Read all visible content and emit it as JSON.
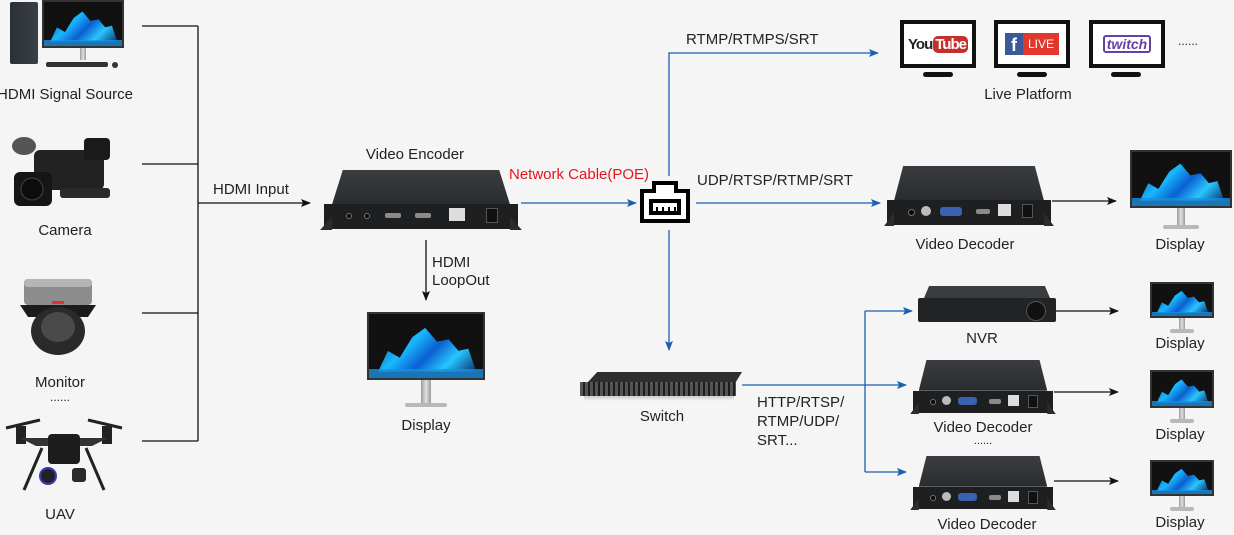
{
  "title": "Video Encoder Streaming Topology",
  "colors": {
    "background": "#f5f5f5",
    "network_line": "#1a5fb4",
    "hdmi_line": "#111111",
    "poe_label": "#e8141c"
  },
  "sources": [
    {
      "id": "hdmi-source",
      "label": "HDMI Signal Source",
      "icon": "desktop-pc-icon"
    },
    {
      "id": "camera",
      "label": "Camera",
      "icon": "camcorder-icon"
    },
    {
      "id": "monitor",
      "label": "Monitor",
      "sublabel": "......",
      "icon": "dome-camera-icon"
    },
    {
      "id": "uav",
      "label": "UAV",
      "icon": "drone-icon"
    }
  ],
  "links": {
    "hdmi_input": "HDMI Input",
    "hdmi_loopout_line1": "HDMI",
    "hdmi_loopout_line2": "LoopOut",
    "network_cable": "Network Cable(POE)",
    "rtmp": "RTMP/RTMPS/SRT",
    "udp": "UDP/RTSP/RTMP/SRT",
    "switch_protocols": [
      "HTTP/RTSP/",
      "RTMP/UDP/",
      "SRT..."
    ]
  },
  "encoder": {
    "label": "Video Encoder",
    "icon": "video-encoder-icon"
  },
  "loopout_display": {
    "label": "Display"
  },
  "network_port": {
    "icon": "ethernet-port-icon"
  },
  "live_platform": {
    "label": "Live Platform",
    "platforms": [
      {
        "name": "YouTube",
        "part1": "You",
        "part2": "Tube"
      },
      {
        "name": "Facebook Live",
        "part1": "f",
        "part2": "LIVE"
      },
      {
        "name": "Twitch",
        "part1": "twitch"
      }
    ],
    "more": "......"
  },
  "decoder_top": {
    "label": "Video Decoder",
    "display_label": "Display"
  },
  "switch": {
    "label": "Switch"
  },
  "switch_outputs": [
    {
      "label": "NVR",
      "display_label": "Display"
    },
    {
      "label": "Video Decoder",
      "sublabel": "......",
      "display_label": "Display"
    },
    {
      "label": "Video Decoder",
      "display_label": "Display"
    }
  ]
}
